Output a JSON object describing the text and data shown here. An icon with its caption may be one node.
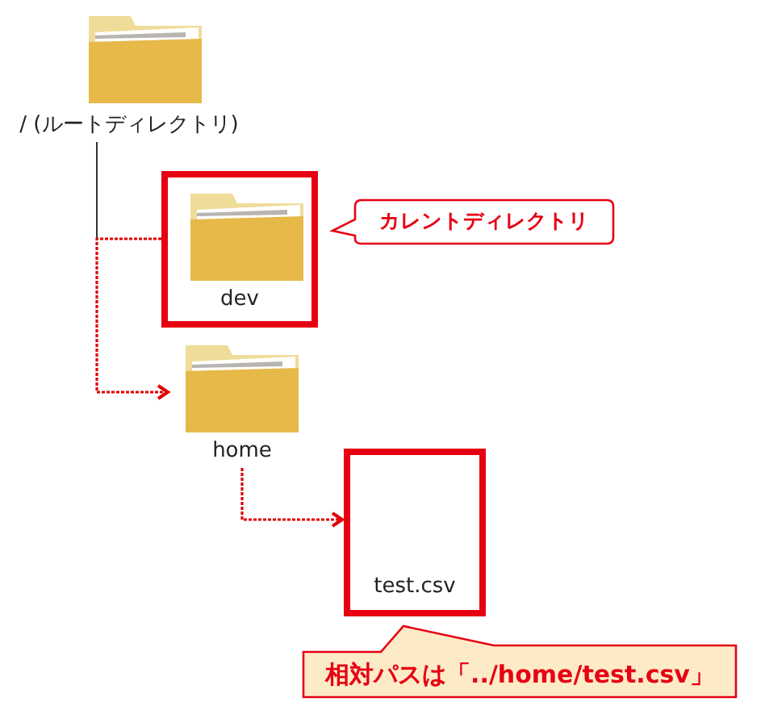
{
  "diagram": {
    "nodes": [
      {
        "text": [
          "/ (ルートディレクトリ)"
        ]
      },
      {
        "text": [
          "dev"
        ]
      },
      {
        "text": [
          "カレントディレクトリ"
        ]
      },
      {
        "text": [
          "home"
        ]
      },
      {
        "text": [
          "test.csv"
        ]
      },
      {
        "text": [
          "相対パスは「../home/test.csv」"
        ]
      }
    ],
    "edges": [
      {
        "from": 0,
        "to": null,
        "arrow": "none",
        "color": "#333333"
      },
      {
        "from": 1,
        "to": 3,
        "arrow": "to",
        "style": "dashed",
        "color": "#e00000"
      },
      {
        "from": 3,
        "to": 4,
        "arrow": "to",
        "style": "dashed",
        "color": "#e00000"
      }
    ]
  }
}
